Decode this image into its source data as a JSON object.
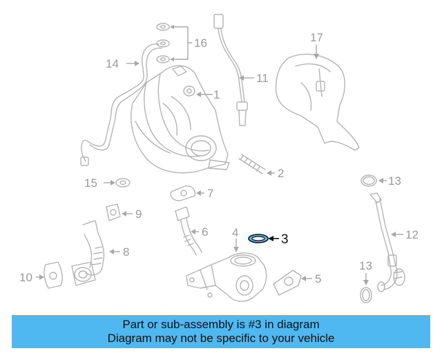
{
  "diagram": {
    "callouts": {
      "c1": "1",
      "c2": "2",
      "c3": "3",
      "c4": "4",
      "c5": "5",
      "c6": "6",
      "c7": "7",
      "c8": "8",
      "c9": "9",
      "c10": "10",
      "c11": "11",
      "c12": "12",
      "c13a": "13",
      "c13b": "13",
      "c14": "14",
      "c15": "15",
      "c16": "16",
      "c17": "17"
    },
    "highlight_color": "#4fb8f1"
  },
  "banner": {
    "line1": "Part or sub-assembly is #3 in diagram",
    "line2": "Diagram may not be specific to your vehicle",
    "background": "#4fb8f1"
  }
}
